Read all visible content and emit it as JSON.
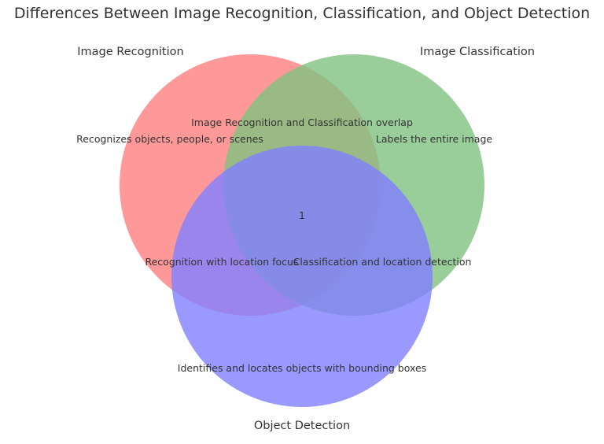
{
  "title": "Differences Between Image Recognition, Classification, and Object Detection",
  "sets": {
    "recognition": {
      "label": "Image Recognition",
      "color": "#ff8080"
    },
    "classification": {
      "label": "Image Classification",
      "color": "#80c080"
    },
    "detection": {
      "label": "Object Detection",
      "color": "#8080ff"
    }
  },
  "regions": {
    "recognition_only": "Recognizes objects, people, or scenes",
    "classification_only": "Labels the entire image",
    "detection_only": "Identifies and locates objects with bounding boxes",
    "recognition_classification": "Image Recognition and Classification overlap",
    "recognition_detection": "Recognition with location focus",
    "classification_detection": "Classification and location detection",
    "all_three": "1"
  },
  "opacity": 0.8
}
